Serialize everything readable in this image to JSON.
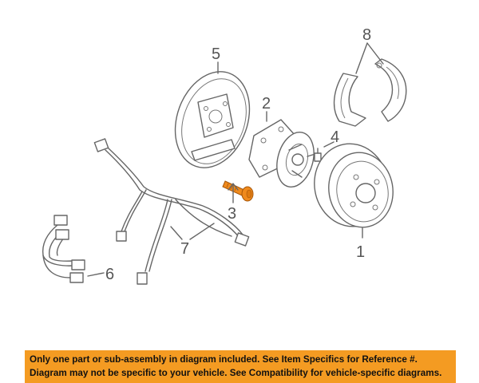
{
  "callouts": {
    "c1": "1",
    "c2": "2",
    "c3": "3",
    "c4": "4",
    "c5": "5",
    "c6": "6",
    "c7": "7",
    "c8": "8"
  },
  "banner": {
    "line1": "Only one part or sub-assembly in diagram included. See Item Specifics for Reference #.",
    "line2": "Diagram may not be specific to your vehicle. See Compatibility for vehicle-specific diagrams."
  },
  "colors": {
    "highlight_part": "#f08a1c",
    "banner_bg": "#f49b22",
    "line": "#666666"
  }
}
